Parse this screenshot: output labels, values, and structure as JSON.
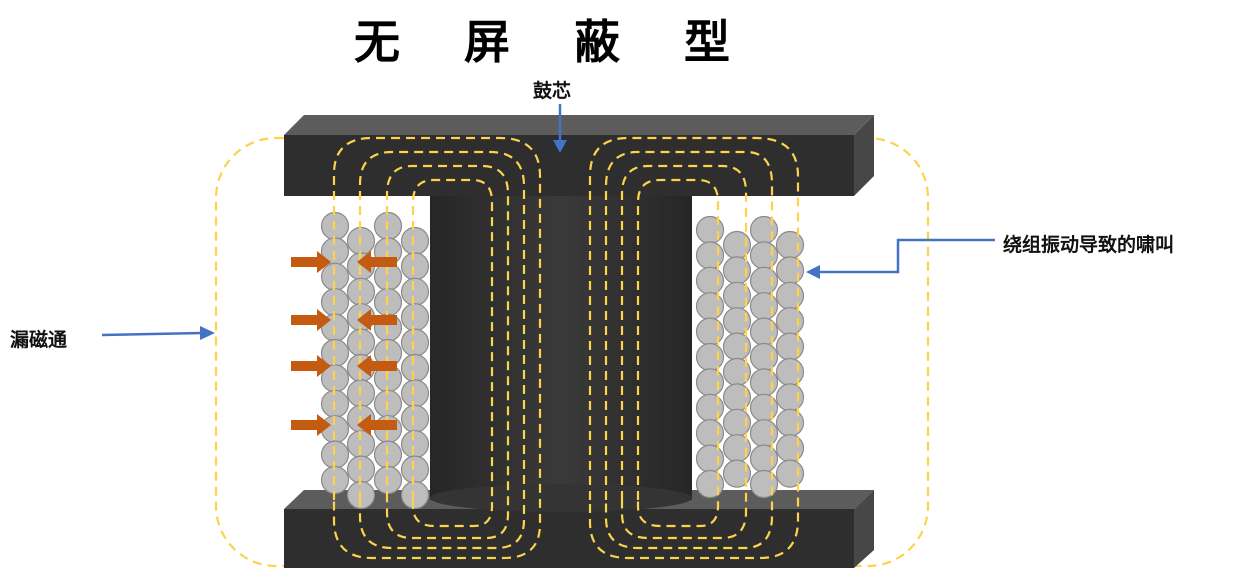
{
  "title": "无 屏 蔽 型",
  "labels": {
    "core": "鼓芯",
    "winding_whine": "绕组振动导致的啸叫",
    "leakage_flux": "漏磁通"
  },
  "colors": {
    "core": "#2e2e2e",
    "core_top": "#5c5c5c",
    "core_side": "#474747",
    "flux": "#fcd34d",
    "pointer": "#4472c4",
    "force_arrow": "#c55a11",
    "wire": "#bdbdbd",
    "wire_edge": "#8a8a8a"
  }
}
